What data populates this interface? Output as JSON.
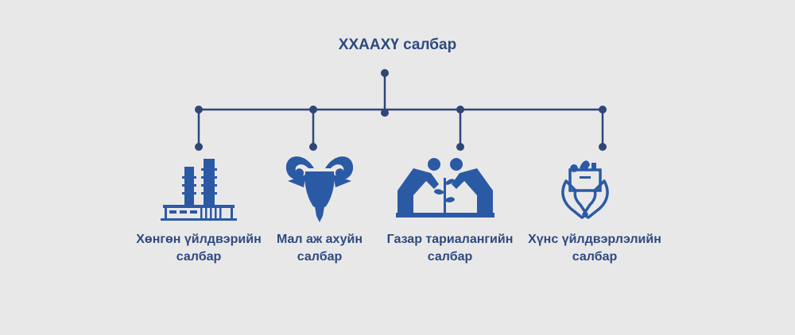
{
  "title": "ХХААХҮ салбар",
  "colors": {
    "primary": "#2b5aa5",
    "line": "#2e4777",
    "text": "#2d4a80",
    "background": "#e9e8e9"
  },
  "branches": [
    {
      "icon": "factory-icon",
      "label_line1": "Хөнгөн үйлдвэрийн",
      "label_line2": "салбар"
    },
    {
      "icon": "ram-head-icon",
      "label_line1": "Мал аж ахуйн",
      "label_line2": "салбар"
    },
    {
      "icon": "farmers-planting-icon",
      "label_line1": "Газар тариалангийн",
      "label_line2": "салбар"
    },
    {
      "icon": "food-basket-hands-icon",
      "label_line1": "Хүнс үйлдвэрлэлийн",
      "label_line2": "салбар"
    }
  ]
}
